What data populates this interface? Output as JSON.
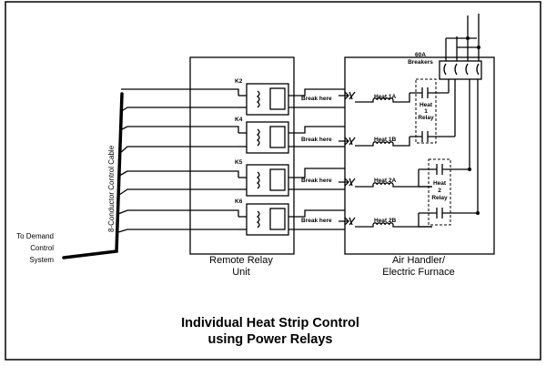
{
  "diagram": {
    "title_line1": "Individual Heat Strip Control",
    "title_line2": "using Power Relays",
    "source_label": [
      "To Demand",
      "Control",
      "System"
    ],
    "cable_label": "8-Conductor Control Cable",
    "remote_unit_label": [
      "Remote Relay",
      "Unit"
    ],
    "air_handler_label": [
      "Air Handler/",
      "Electric Furnace"
    ],
    "relays": [
      {
        "id": "K2",
        "break_label": "Break here",
        "heat_label": "Heat 1A"
      },
      {
        "id": "K4",
        "break_label": "Break here",
        "heat_label": "Heat 1B"
      },
      {
        "id": "K5",
        "break_label": "Break here",
        "heat_label": "Heat 2A"
      },
      {
        "id": "K6",
        "break_label": "Break here",
        "heat_label": "Heat 2B"
      }
    ],
    "breakers_label": [
      "60A",
      "Breakers"
    ],
    "heat_relay_1": [
      "Heat",
      "1",
      "Relay"
    ],
    "heat_relay_2": [
      "Heat",
      "2",
      "Relay"
    ]
  }
}
